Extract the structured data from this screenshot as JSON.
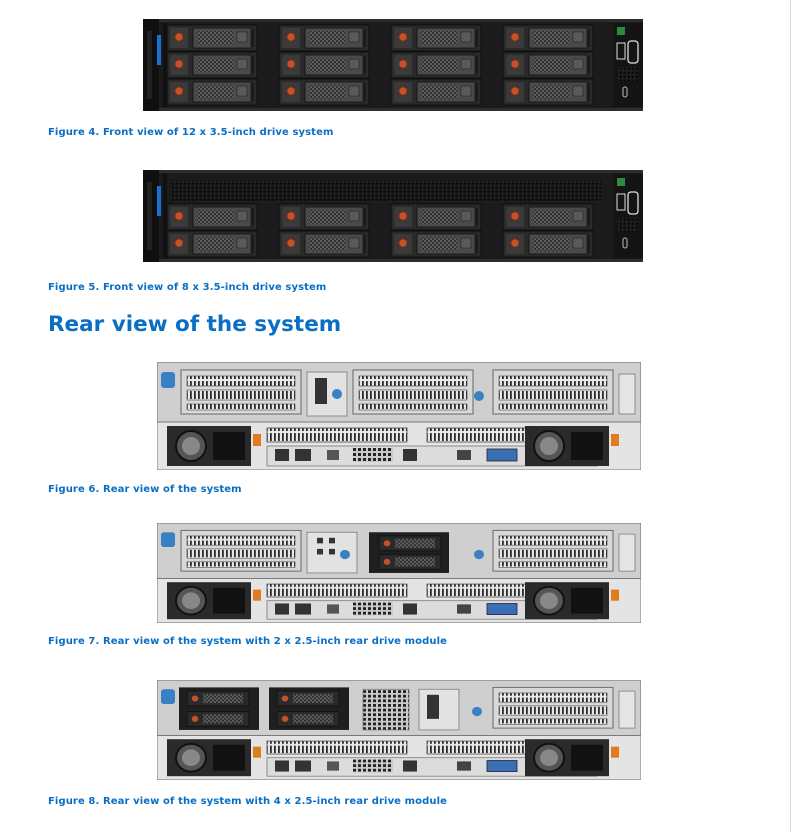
{
  "figures": [
    {
      "caption": "Figure 4. Front view of 12 x 3.5-inch drive system",
      "icon": "front-view-12-drive-illustration"
    },
    {
      "caption": "Figure 5. Front view of 8 x 3.5-inch drive system",
      "icon": "front-view-8-drive-illustration"
    },
    {
      "caption": "Figure 6. Rear view of the system",
      "icon": "rear-view-illustration"
    },
    {
      "caption": "Figure 7. Rear view of the system with 2 x 2.5-inch rear drive module",
      "icon": "rear-view-2-drive-illustration"
    },
    {
      "caption": "Figure 8. Rear view of the system with 4 x 2.5-inch rear drive module",
      "icon": "rear-view-4-drive-illustration"
    }
  ],
  "section": {
    "heading": "Rear view of the system"
  },
  "colors": {
    "heading": "#0b6ec5",
    "caption": "#0b6ec5",
    "chassis": "#1b1b1b"
  }
}
